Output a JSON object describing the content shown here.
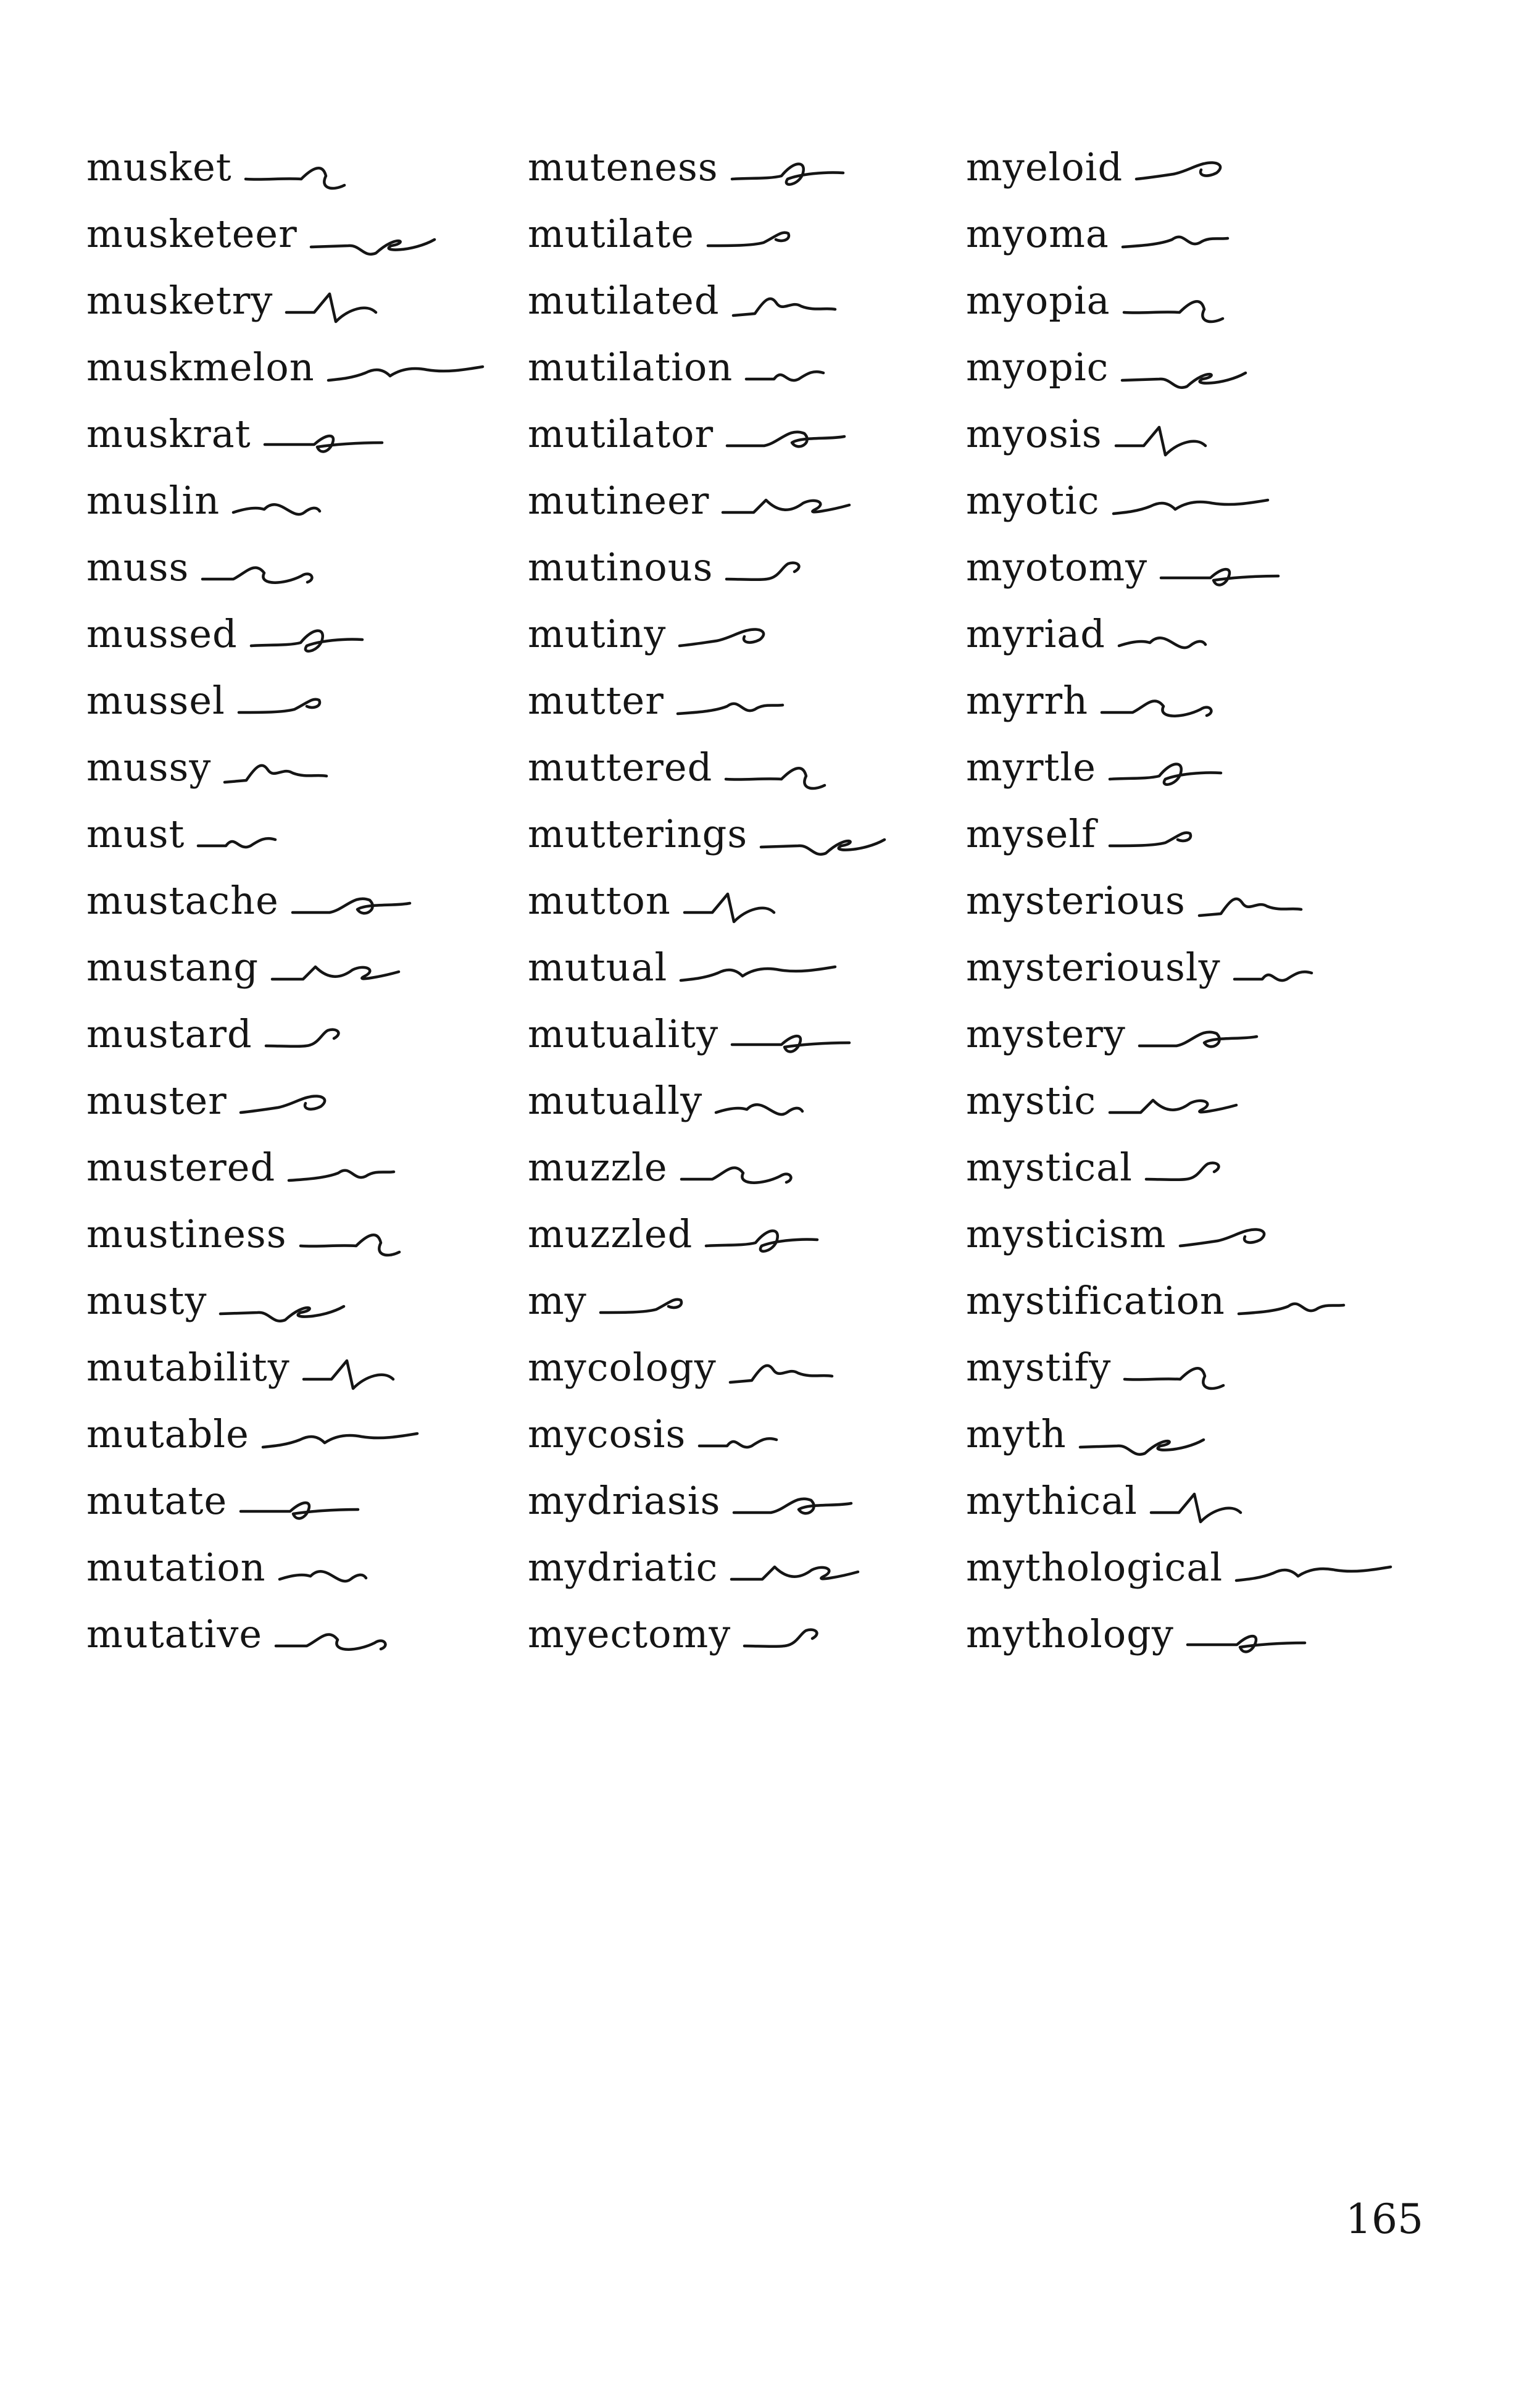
{
  "columns": [
    {
      "entries": [
        {
          "word": "musket"
        },
        {
          "word": "musketeer"
        },
        {
          "word": "musketry"
        },
        {
          "word": "muskmelon"
        },
        {
          "word": "muskrat"
        },
        {
          "word": "muslin"
        },
        {
          "word": "muss"
        },
        {
          "word": "mussed"
        },
        {
          "word": "mussel"
        },
        {
          "word": "mussy"
        },
        {
          "word": "must"
        },
        {
          "word": "mustache"
        },
        {
          "word": "mustang"
        },
        {
          "word": "mustard"
        },
        {
          "word": "muster"
        },
        {
          "word": "mustered"
        },
        {
          "word": "mustiness"
        },
        {
          "word": "musty"
        },
        {
          "word": "mutability"
        },
        {
          "word": "mutable"
        },
        {
          "word": "mutate"
        },
        {
          "word": "mutation"
        },
        {
          "word": "mutative"
        }
      ]
    },
    {
      "entries": [
        {
          "word": "muteness"
        },
        {
          "word": "mutilate"
        },
        {
          "word": "mutilated"
        },
        {
          "word": "mutilation"
        },
        {
          "word": "mutilator"
        },
        {
          "word": "mutineer"
        },
        {
          "word": "mutinous"
        },
        {
          "word": "mutiny"
        },
        {
          "word": "mutter"
        },
        {
          "word": "muttered"
        },
        {
          "word": "mutterings"
        },
        {
          "word": "mutton"
        },
        {
          "word": "mutual"
        },
        {
          "word": "mutuality"
        },
        {
          "word": "mutually"
        },
        {
          "word": "muzzle"
        },
        {
          "word": "muzzled"
        },
        {
          "word": "my"
        },
        {
          "word": "mycology"
        },
        {
          "word": "mycosis"
        },
        {
          "word": "mydriasis"
        },
        {
          "word": "mydriatic"
        },
        {
          "word": "myectomy"
        }
      ]
    },
    {
      "entries": [
        {
          "word": "myeloid"
        },
        {
          "word": "myoma"
        },
        {
          "word": "myopia"
        },
        {
          "word": "myopic"
        },
        {
          "word": "myosis"
        },
        {
          "word": "myotic"
        },
        {
          "word": "myotomy"
        },
        {
          "word": "myriad"
        },
        {
          "word": "myrrh"
        },
        {
          "word": "myrtle"
        },
        {
          "word": "myself"
        },
        {
          "word": "mysterious"
        },
        {
          "word": "mysteriously"
        },
        {
          "word": "mystery"
        },
        {
          "word": "mystic"
        },
        {
          "word": "mystical"
        },
        {
          "word": "mysticism"
        },
        {
          "word": "mystification"
        },
        {
          "word": "mystify"
        },
        {
          "word": "myth"
        },
        {
          "word": "mythical"
        },
        {
          "word": "mythological"
        },
        {
          "word": "mythology"
        }
      ]
    }
  ],
  "page_number": "165"
}
